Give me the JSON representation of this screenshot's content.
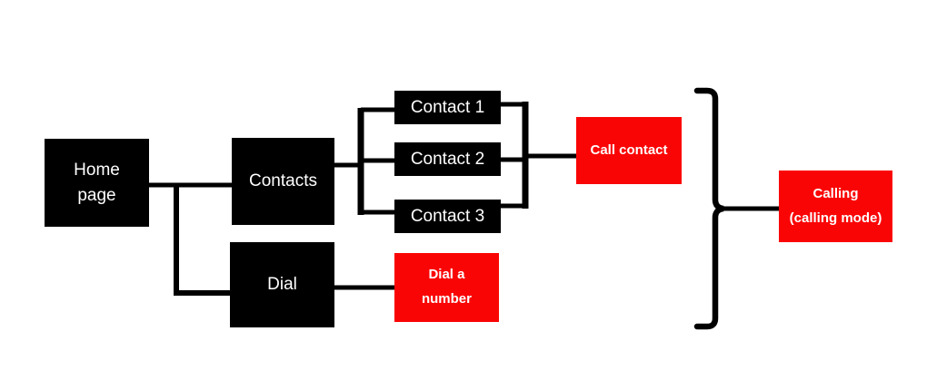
{
  "diagram": {
    "background": "#ffffff",
    "colors": {
      "node_black": "#000000",
      "node_red": "#fa0505",
      "node_text": "#ffffff",
      "line": "#000000"
    },
    "nodes": {
      "home": {
        "label": "Home\npage"
      },
      "contacts": {
        "label": "Contacts"
      },
      "dial": {
        "label": "Dial"
      },
      "contact1": {
        "label": "Contact 1"
      },
      "contact2": {
        "label": "Contact 2"
      },
      "contact3": {
        "label": "Contact 3"
      },
      "call_contact": {
        "label": "Call contact"
      },
      "dial_number": {
        "label": "Dial a\nnumber"
      },
      "calling": {
        "label": "Calling\n(calling mode)"
      }
    }
  }
}
